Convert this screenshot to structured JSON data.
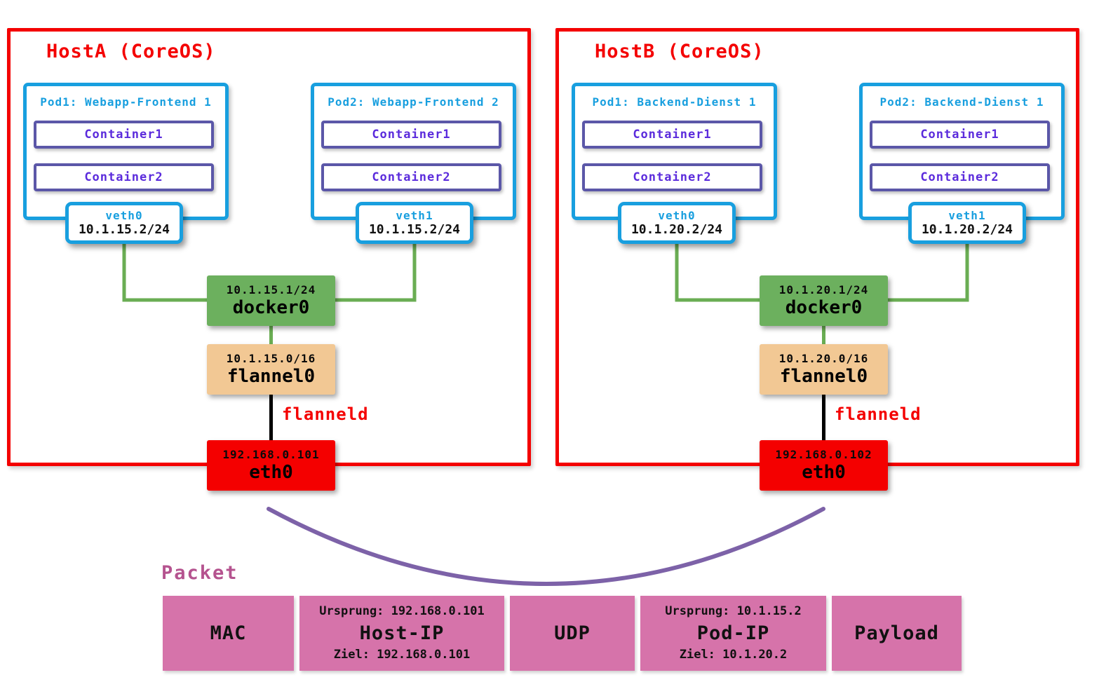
{
  "hosts": [
    {
      "title": "HostA (CoreOS)",
      "pods": [
        {
          "title": "Pod1: Webapp-Frontend 1",
          "containers": [
            "Container1",
            "Container2"
          ],
          "veth": {
            "name": "veth0",
            "ip": "10.1.15.2/24"
          }
        },
        {
          "title": "Pod2: Webapp-Frontend 2",
          "containers": [
            "Container1",
            "Container2"
          ],
          "veth": {
            "name": "veth1",
            "ip": "10.1.15.2/24"
          }
        }
      ],
      "docker0": {
        "ip": "10.1.15.1/24",
        "name": "docker0"
      },
      "flannel0": {
        "ip": "10.1.15.0/16",
        "name": "flannel0"
      },
      "flanneld": "flanneld",
      "eth0": {
        "ip": "192.168.0.101",
        "name": "eth0"
      }
    },
    {
      "title": "HostB (CoreOS)",
      "pods": [
        {
          "title": "Pod1: Backend-Dienst 1",
          "containers": [
            "Container1",
            "Container2"
          ],
          "veth": {
            "name": "veth0",
            "ip": "10.1.20.2/24"
          }
        },
        {
          "title": "Pod2: Backend-Dienst 1",
          "containers": [
            "Container1",
            "Container2"
          ],
          "veth": {
            "name": "veth1",
            "ip": "10.1.20.2/24"
          }
        }
      ],
      "docker0": {
        "ip": "10.1.20.1/24",
        "name": "docker0"
      },
      "flannel0": {
        "ip": "10.1.20.0/16",
        "name": "flannel0"
      },
      "flanneld": "flanneld",
      "eth0": {
        "ip": "192.168.0.102",
        "name": "eth0"
      }
    }
  ],
  "packet": {
    "title": "Packet",
    "segments": [
      {
        "label": "MAC"
      },
      {
        "top": "Ursprung: 192.168.0.101",
        "label": "Host-IP",
        "bottom": "Ziel: 192.168.0.101"
      },
      {
        "label": "UDP"
      },
      {
        "top": "Ursprung: 10.1.15.2",
        "label": "Pod-IP",
        "bottom": "Ziel: 10.1.20.2"
      },
      {
        "label": "Payload"
      }
    ]
  },
  "colors": {
    "red": "#f40000",
    "cyan": "#189fdf",
    "purple": "#5b57a8",
    "violet": "#5b2bdc",
    "green": "#6cb05e",
    "greenLine": "#6aad53",
    "tan": "#f2c894",
    "pink": "#d673aa",
    "pinkTitle": "#b5538f",
    "curve": "#7d62a8"
  }
}
